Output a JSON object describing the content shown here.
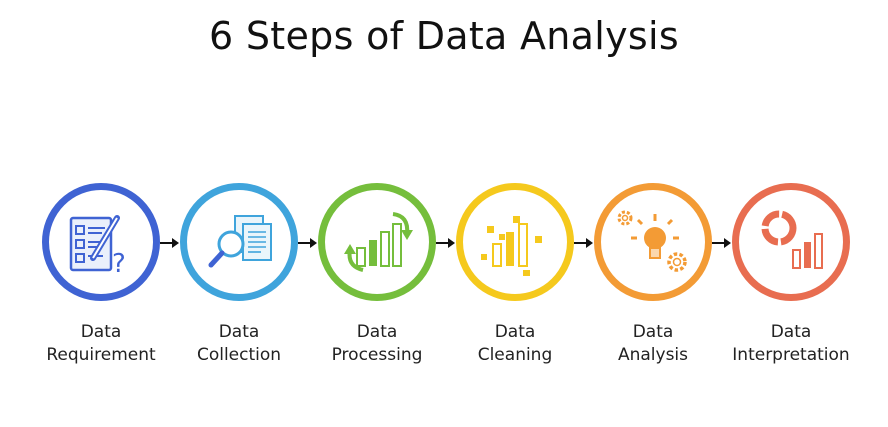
{
  "title": "6 Steps of Data Analysis",
  "steps": [
    {
      "line1": "Data",
      "line2": "Requirement",
      "color": "#3f63d3",
      "icon": "checklist-question-icon"
    },
    {
      "line1": "Data",
      "line2": "Collection",
      "color": "#3fa4dc",
      "icon": "magnifier-documents-icon"
    },
    {
      "line1": "Data",
      "line2": "Processing",
      "color": "#75be3c",
      "icon": "bars-cycle-icon"
    },
    {
      "line1": "Data",
      "line2": "Cleaning",
      "color": "#f5c91d",
      "icon": "bars-scatter-icon"
    },
    {
      "line1": "Data",
      "line2": "Analysis",
      "color": "#f39b35",
      "icon": "lightbulb-gears-icon"
    },
    {
      "line1": "Data",
      "line2": "Interpretation",
      "color": "#e86d50",
      "icon": "pie-bar-chart-icon"
    }
  ]
}
